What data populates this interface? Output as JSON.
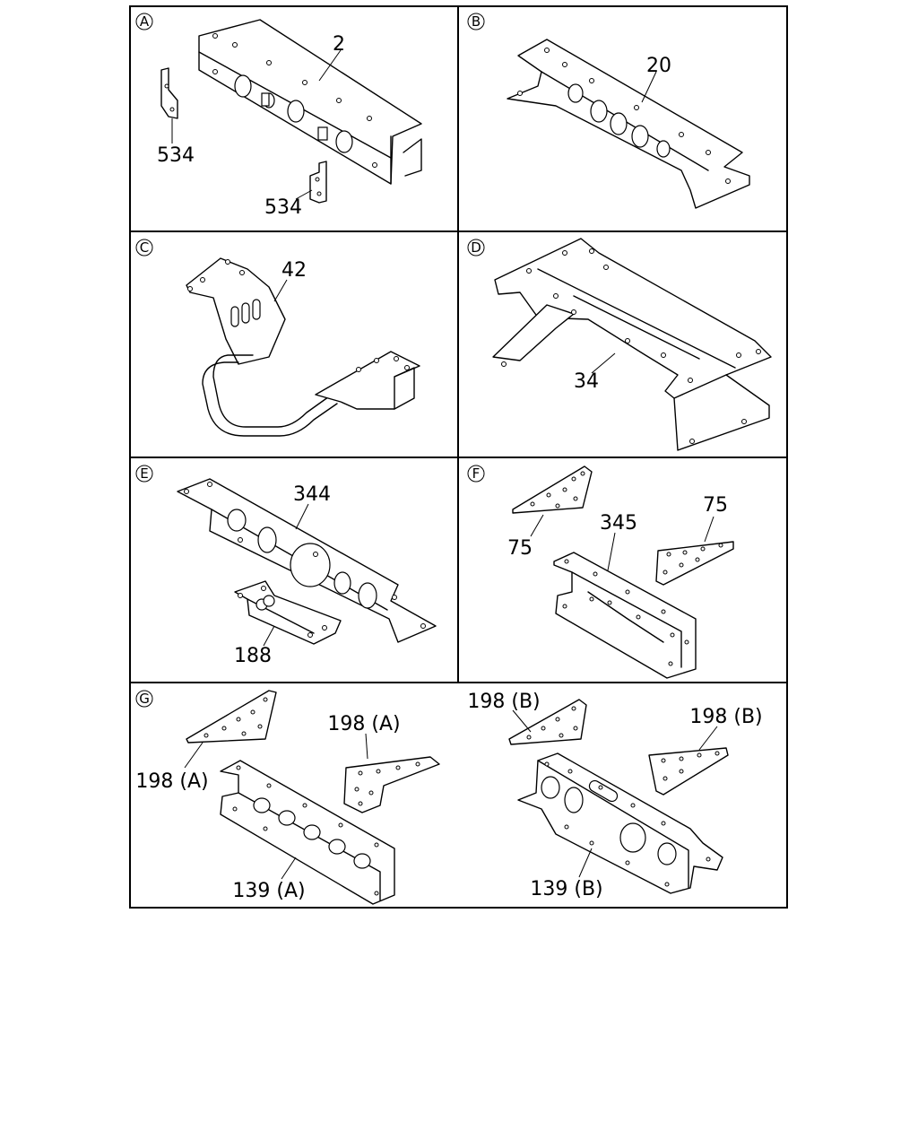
{
  "sections": [
    {
      "id": "A",
      "labels": [
        "2",
        "534",
        "534"
      ]
    },
    {
      "id": "B",
      "labels": [
        "20"
      ]
    },
    {
      "id": "C",
      "labels": [
        "42"
      ]
    },
    {
      "id": "D",
      "labels": [
        "34"
      ]
    },
    {
      "id": "E",
      "labels": [
        "344",
        "188"
      ]
    },
    {
      "id": "F",
      "labels": [
        "75",
        "75",
        "345"
      ]
    },
    {
      "id": "G",
      "labels": [
        "198 (A)",
        "198 (A)",
        "139 (A)",
        "198 (B)",
        "198 (B)",
        "139 (B)"
      ]
    }
  ]
}
